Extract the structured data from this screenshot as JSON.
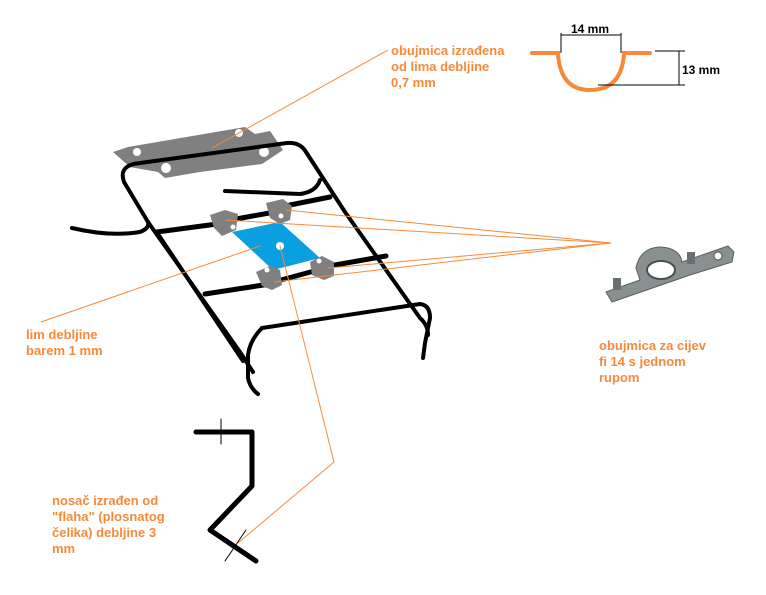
{
  "colors": {
    "annotation": "#f7893a",
    "frame": "#000000",
    "clamp_plate": "#808080",
    "base_sheet": "#0a9fe0",
    "background": "#ffffff"
  },
  "labels": {
    "clamp_sheet": "obujmica izrađena\nod lima debljine\n0,7 mm",
    "base_sheet": "lim debljine\nbarem 1 mm",
    "pipe_clamp": "obujmica za cijev\nfi 14 s jednom\nrupom",
    "bracket": "nosač izrađen od\n\"flaha\" (plosnatog\nčelika) debljine 3\nmm"
  },
  "profile": {
    "width_label": "14 mm",
    "height_label": "13 mm"
  },
  "icons": {
    "pipe_clamp_photo": "pipe-clamp-icon",
    "rack_drawing": "luggage-rack-icon",
    "bracket_drawing": "flat-bar-bracket-icon"
  }
}
